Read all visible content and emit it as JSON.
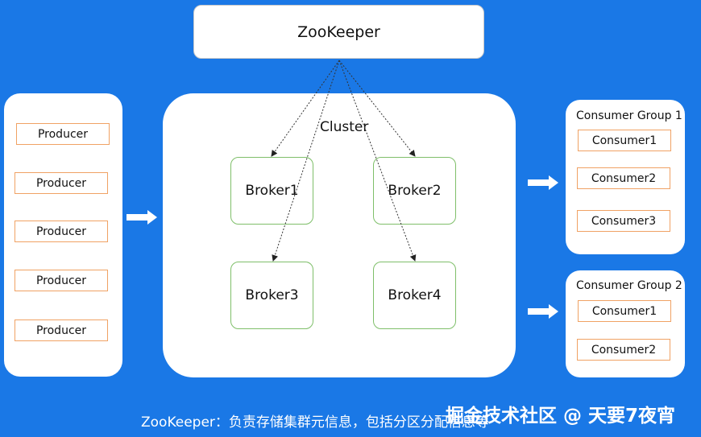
{
  "zookeeper": {
    "label": "ZooKeeper"
  },
  "producers": [
    "Producer",
    "Producer",
    "Producer",
    "Producer",
    "Producer"
  ],
  "cluster": {
    "label": "Cluster",
    "brokers": [
      "Broker1",
      "Broker2",
      "Broker3",
      "Broker4"
    ]
  },
  "consumer_groups": [
    {
      "title": "Consumer Group 1",
      "consumers": [
        "Consumer1",
        "Consumer2",
        "Consumer3"
      ]
    },
    {
      "title": "Consumer Group 2",
      "consumers": [
        "Consumer1",
        "Consumer2"
      ]
    }
  ],
  "footer": {
    "caption": "ZooKeeper：负责存储集群元信息，包括分区分配信息等"
  },
  "watermark": "掘金技术社区 @ 天要7夜宵",
  "colors": {
    "background": "#1a78e6",
    "producer_border": "#f0a264",
    "broker_border": "#7fbf6a"
  }
}
